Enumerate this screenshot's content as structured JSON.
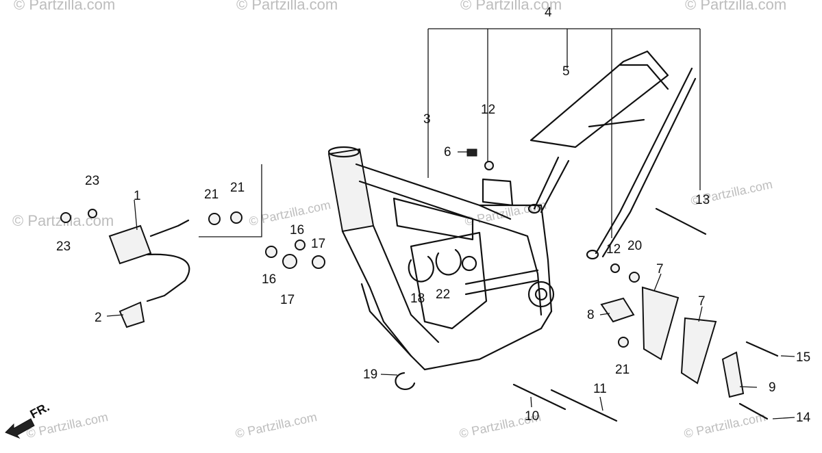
{
  "watermark": {
    "text": "© Partzilla.com"
  },
  "direction_label": "FR.",
  "callouts": [
    {
      "id": "c1",
      "label": "1"
    },
    {
      "id": "c2",
      "label": "2"
    },
    {
      "id": "c3",
      "label": "3"
    },
    {
      "id": "c4",
      "label": "4"
    },
    {
      "id": "c5",
      "label": "5"
    },
    {
      "id": "c6",
      "label": "6"
    },
    {
      "id": "c7a",
      "label": "7"
    },
    {
      "id": "c7b",
      "label": "7"
    },
    {
      "id": "c8",
      "label": "8"
    },
    {
      "id": "c9",
      "label": "9"
    },
    {
      "id": "c10",
      "label": "10"
    },
    {
      "id": "c11",
      "label": "11"
    },
    {
      "id": "c12a",
      "label": "12"
    },
    {
      "id": "c12b",
      "label": "12"
    },
    {
      "id": "c13",
      "label": "13"
    },
    {
      "id": "c14",
      "label": "14"
    },
    {
      "id": "c15",
      "label": "15"
    },
    {
      "id": "c16a",
      "label": "16"
    },
    {
      "id": "c16b",
      "label": "16"
    },
    {
      "id": "c17a",
      "label": "17"
    },
    {
      "id": "c17b",
      "label": "17"
    },
    {
      "id": "c18",
      "label": "18"
    },
    {
      "id": "c19",
      "label": "19"
    },
    {
      "id": "c20",
      "label": "20"
    },
    {
      "id": "c21a",
      "label": "21"
    },
    {
      "id": "c21b",
      "label": "21"
    },
    {
      "id": "c21c",
      "label": "21"
    },
    {
      "id": "c22",
      "label": "22"
    },
    {
      "id": "c23a",
      "label": "23"
    },
    {
      "id": "c23b",
      "label": "23"
    }
  ]
}
